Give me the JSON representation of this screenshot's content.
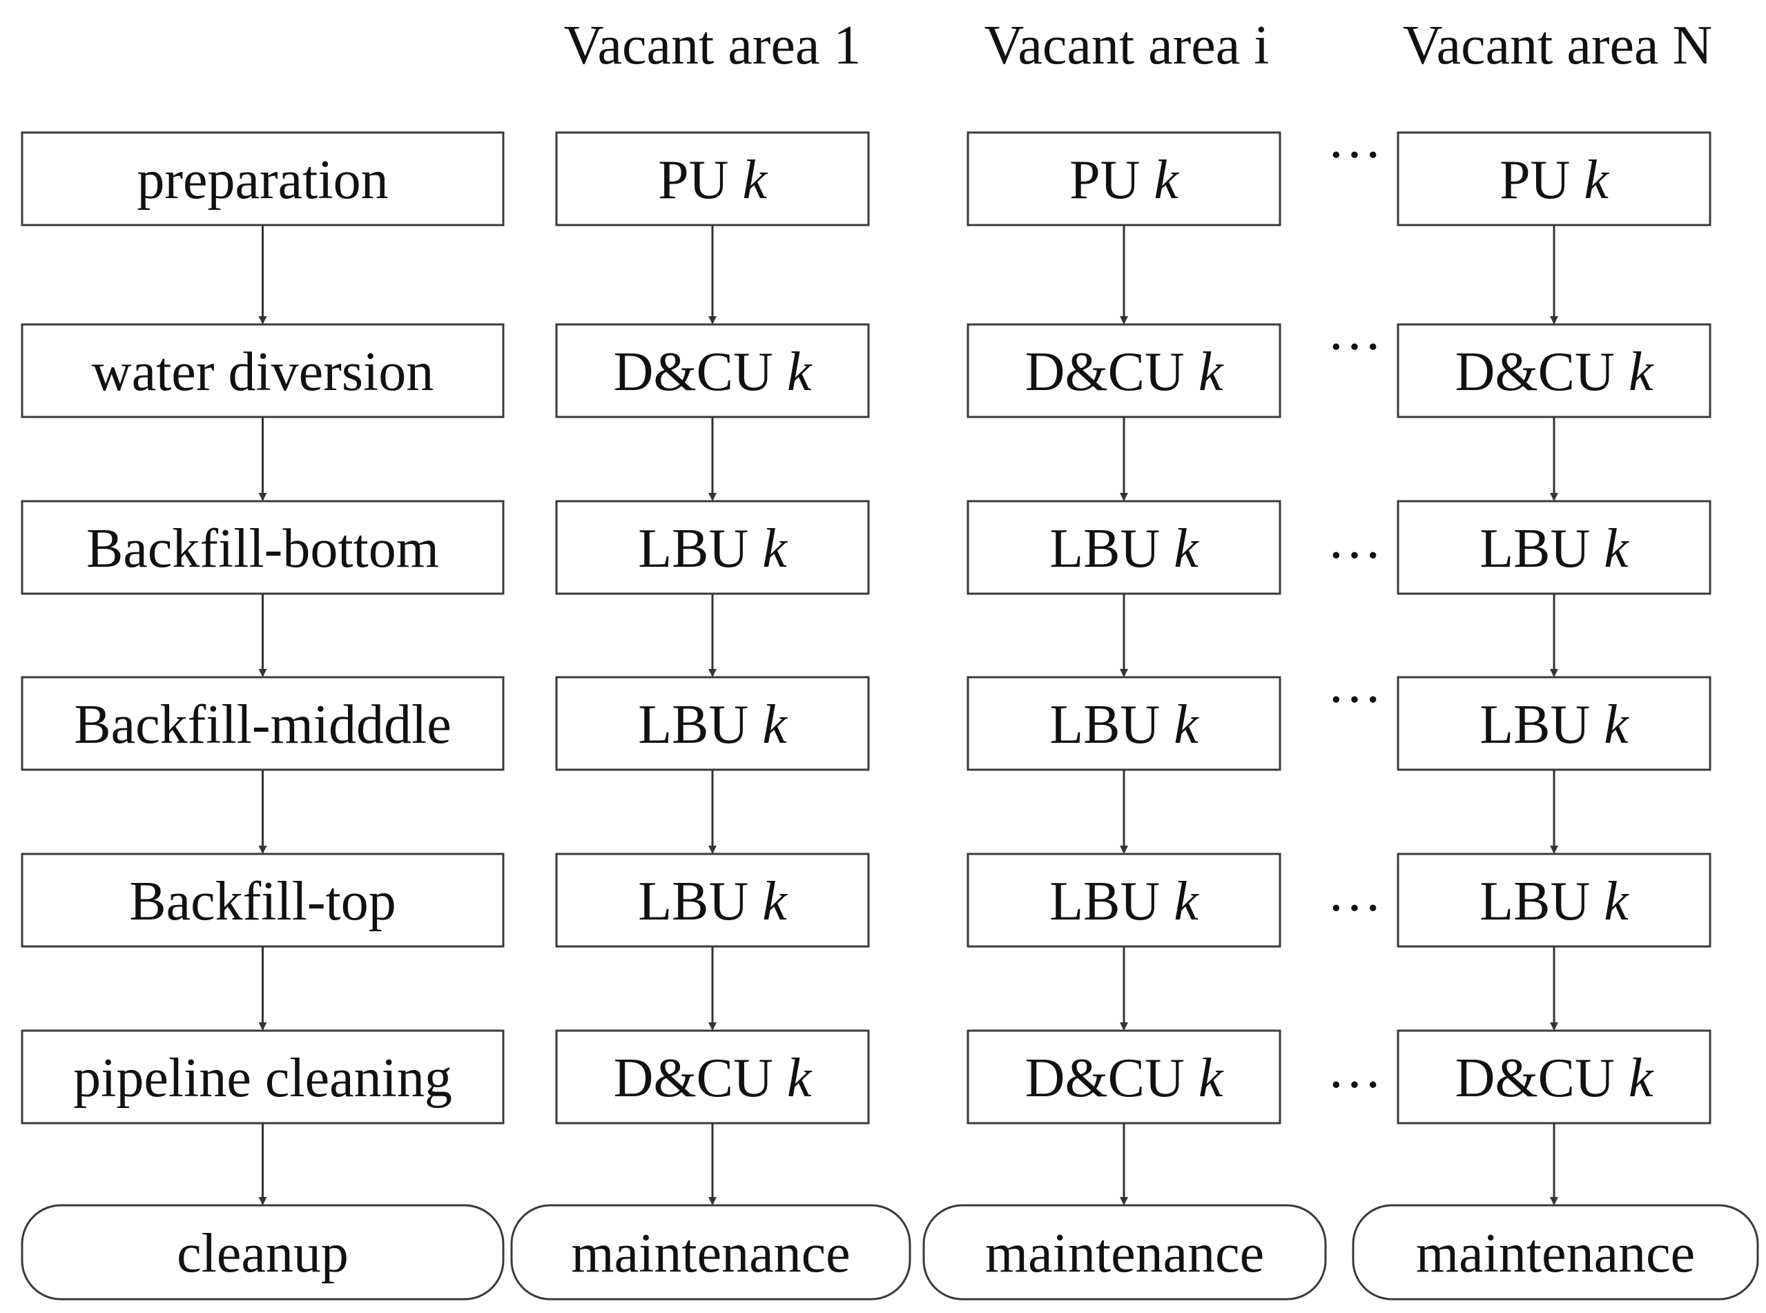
{
  "headers": [
    "Vacant area 1",
    "Vacant area i",
    "Vacant area N"
  ],
  "process_steps": [
    "preparation",
    "water diversion",
    "Backfill-bottom",
    "Backfill-midddle",
    "Backfill-top",
    "pipeline cleaning",
    "cleanup"
  ],
  "unit_rows": [
    {
      "name": "PU",
      "var": "k"
    },
    {
      "name": "D&CU",
      "var": "k"
    },
    {
      "name": "LBU",
      "var": "k"
    },
    {
      "name": "LBU",
      "var": "k"
    },
    {
      "name": "LBU",
      "var": "k"
    },
    {
      "name": "D&CU",
      "var": "k"
    }
  ],
  "end_label": "maintenance",
  "ellipsis": "···",
  "colors": {
    "stroke": "#3a3a3a",
    "text": "#111111",
    "background": "#ffffff"
  }
}
